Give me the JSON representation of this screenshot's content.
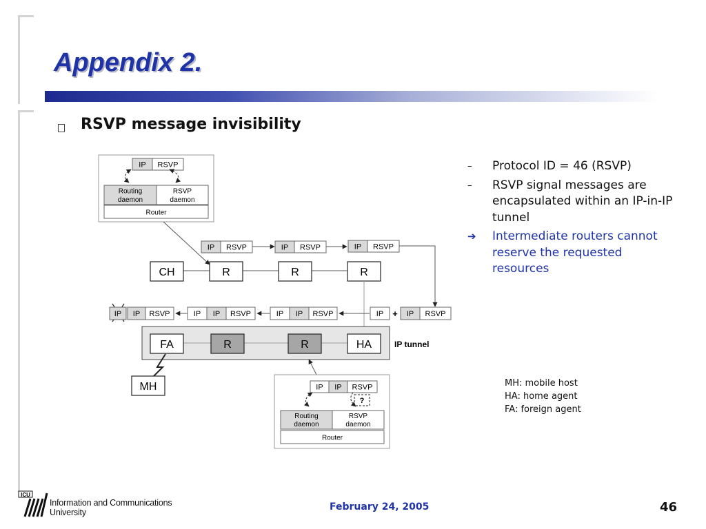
{
  "slide": {
    "title": "Appendix 2.",
    "subtitle": "RSVP message invisibility"
  },
  "bullets": [
    {
      "marker": "–",
      "text": "Protocol ID = 46 (RSVP)",
      "highlight": false
    },
    {
      "marker": "–",
      "text": "RSVP signal messages are encapsulated within an IP-in-IP tunnel",
      "highlight": false
    },
    {
      "marker": "➔",
      "text": "Intermediate routers cannot reserve the requested resources",
      "highlight": true
    }
  ],
  "legend": [
    "MH: mobile host",
    "HA: home agent",
    "FA: foreign agent"
  ],
  "diagram": {
    "router_top": {
      "ip": "IP",
      "rsvp": "RSVP",
      "routing": [
        "Routing",
        "daemon"
      ],
      "rsvp_daemon": [
        "RSVP",
        "daemon"
      ],
      "router": "Router"
    },
    "router_bottom": {
      "ip1": "IP",
      "ip2": "IP",
      "rsvp": "RSVP",
      "question": "?",
      "routing": [
        "Routing",
        "daemon"
      ],
      "rsvp_daemon": [
        "RSVP",
        "daemon"
      ],
      "router": "Router"
    },
    "nodes": {
      "ch": "CH",
      "r": "R",
      "fa": "FA",
      "ha": "HA",
      "mh": "MH"
    },
    "ip": "IP",
    "rsvp": "RSVP",
    "plus": "+",
    "tunnel_label": "IP tunnel"
  },
  "footer": {
    "institution_line1": "Information and Communications",
    "institution_line2": "University",
    "logo_text": "ICU",
    "date": "February 24, 2005",
    "page": "46"
  },
  "colors": {
    "title": "#1f33a8",
    "accent": "#1f33a8",
    "box_grey": "#d9d9d9",
    "router_grey": "#a6a6a6",
    "tunnel_grey": "#e6e6e6"
  }
}
